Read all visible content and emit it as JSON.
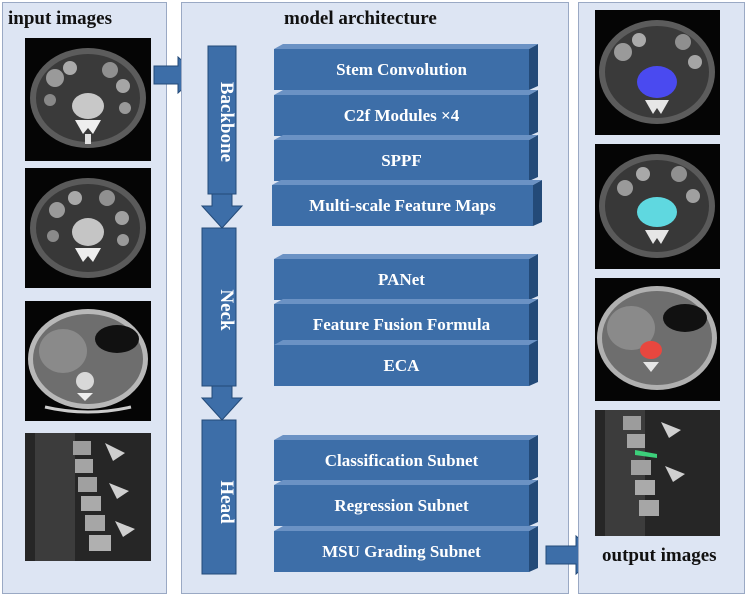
{
  "titles": {
    "input": "input images",
    "architecture": "model architecture",
    "output": "output images"
  },
  "stages": {
    "backbone": "Backbone",
    "neck": "Neck",
    "head": "Head"
  },
  "modules": {
    "stem": "Stem Convolution",
    "c2f": "C2f Modules ×4",
    "sppf": "SPPF",
    "multiscale": "Multi-scale Feature Maps",
    "panet": "PANet",
    "fusion": "Feature Fusion Formula",
    "eca": "ECA",
    "classification": "Classification Subnet",
    "regression": "Regression Subnet",
    "msu": "MSU Grading Subnet"
  },
  "colors": {
    "panel": "#dde5f3",
    "block_face": "#3d6ea8",
    "block_side": "#234a78",
    "block_top": "#6b92c4",
    "mask_blue": "#4a4af0",
    "mask_cyan": "#5fd8e0",
    "mask_red": "#e8473f",
    "mask_green": "#3ccf7a"
  }
}
